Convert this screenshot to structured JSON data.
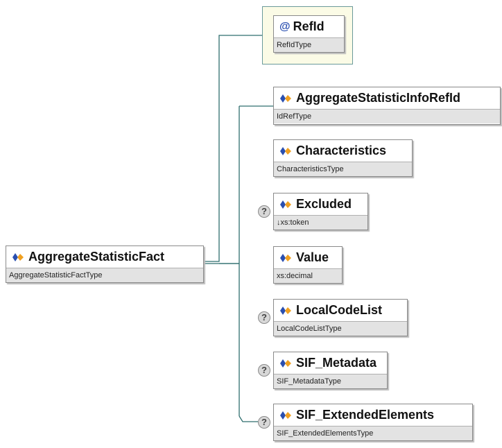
{
  "root": {
    "name": "AggregateStatisticFact",
    "type": "AggregateStatisticFactType"
  },
  "attribute": {
    "name": "RefId",
    "type": "RefIdType",
    "marker": "@"
  },
  "children": [
    {
      "name": "AggregateStatisticInfoRefId",
      "type": "IdRefType",
      "optional": false
    },
    {
      "name": "Characteristics",
      "type": "CharacteristicsType",
      "optional": false
    },
    {
      "name": "Excluded",
      "type": "↓xs:token",
      "optional": true
    },
    {
      "name": "Value",
      "type": "xs:decimal",
      "optional": false
    },
    {
      "name": "LocalCodeList",
      "type": "LocalCodeListType",
      "optional": true
    },
    {
      "name": "SIF_Metadata",
      "type": "SIF_MetadataType",
      "optional": true
    },
    {
      "name": "SIF_ExtendedElements",
      "type": "SIF_ExtendedElementsType",
      "optional": true
    }
  ],
  "optional_marker": "?",
  "icons": {
    "element": "element-diamond-icon",
    "attribute": "at-sign-icon",
    "optional": "question-icon"
  },
  "colors": {
    "border": "#8a8a8a",
    "type_bar": "#e3e3e3",
    "connector": "#2e6e6e",
    "attribute_bg": "#fbfbe6",
    "icon_blue": "#2a4fb0",
    "icon_orange": "#f0a020"
  }
}
